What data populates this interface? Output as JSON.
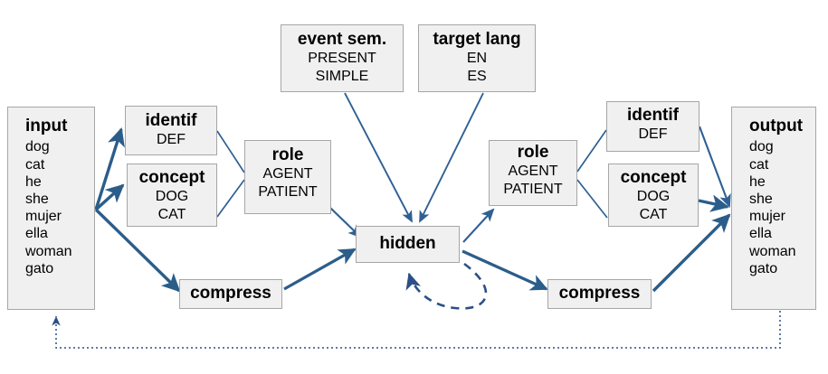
{
  "diagram": {
    "title": "encoder-decoder network diagram",
    "colors": {
      "node_fill": "#f0f0f0",
      "node_border": "#a6a6a6",
      "arrow": "#2b5d8a",
      "arrow_thin": "#2e6094",
      "feedback_dotted": "#2b4f86",
      "text": "#000000",
      "background": "#ffffff"
    },
    "nodes": {
      "input": {
        "title": "input",
        "items": [
          "dog",
          "cat",
          "he",
          "she",
          "mujer",
          "ella",
          "woman",
          "gato"
        ]
      },
      "identif_left": {
        "title": "identif",
        "items": [
          "DEF"
        ]
      },
      "concept_left": {
        "title": "concept",
        "items": [
          "DOG",
          "CAT"
        ]
      },
      "role_left": {
        "title": "role",
        "items": [
          "AGENT",
          "PATIENT"
        ]
      },
      "compress_left": {
        "title": "compress",
        "items": []
      },
      "event_sem": {
        "title": "event sem.",
        "items": [
          "PRESENT",
          "SIMPLE"
        ]
      },
      "target_lang": {
        "title": "target lang",
        "items": [
          "EN",
          "ES"
        ]
      },
      "hidden": {
        "title": "hidden",
        "items": []
      },
      "role_right": {
        "title": "role",
        "items": [
          "AGENT",
          "PATIENT"
        ]
      },
      "identif_right": {
        "title": "identif",
        "items": [
          "DEF"
        ]
      },
      "concept_right": {
        "title": "concept",
        "items": [
          "DOG",
          "CAT"
        ]
      },
      "compress_right": {
        "title": "compress",
        "items": []
      },
      "output": {
        "title": "output",
        "items": [
          "dog",
          "cat",
          "he",
          "she",
          "mujer",
          "ella",
          "woman",
          "gato"
        ]
      }
    },
    "edges": [
      {
        "name": "input-to-identif-left",
        "style": "solid-thick-arrow"
      },
      {
        "name": "input-to-concept-left",
        "style": "solid-thick-arrow"
      },
      {
        "name": "input-to-compress-left",
        "style": "solid-thick-arrow"
      },
      {
        "name": "identif-left-to-role-left",
        "style": "solid-thin"
      },
      {
        "name": "concept-left-to-role-left",
        "style": "solid-thin"
      },
      {
        "name": "role-left-to-hidden",
        "style": "solid-thin-arrow"
      },
      {
        "name": "compress-left-to-hidden",
        "style": "solid-thick-arrow"
      },
      {
        "name": "event-sem-to-hidden",
        "style": "solid-thin-arrow"
      },
      {
        "name": "target-lang-to-hidden",
        "style": "solid-thin-arrow"
      },
      {
        "name": "hidden-recurrent-loop",
        "style": "dashed-arc-arrow"
      },
      {
        "name": "hidden-to-role-right",
        "style": "solid-thin-arrow"
      },
      {
        "name": "hidden-to-compress-right",
        "style": "solid-thick-arrow"
      },
      {
        "name": "role-right-to-identif-right",
        "style": "solid-thin"
      },
      {
        "name": "role-right-to-concept-right",
        "style": "solid-thin"
      },
      {
        "name": "identif-right-to-output",
        "style": "solid-thin-arrow"
      },
      {
        "name": "concept-right-to-output",
        "style": "solid-thick-arrow"
      },
      {
        "name": "compress-right-to-output",
        "style": "solid-thick-arrow"
      },
      {
        "name": "output-to-input-feedback",
        "style": "dotted-arrow"
      }
    ]
  }
}
